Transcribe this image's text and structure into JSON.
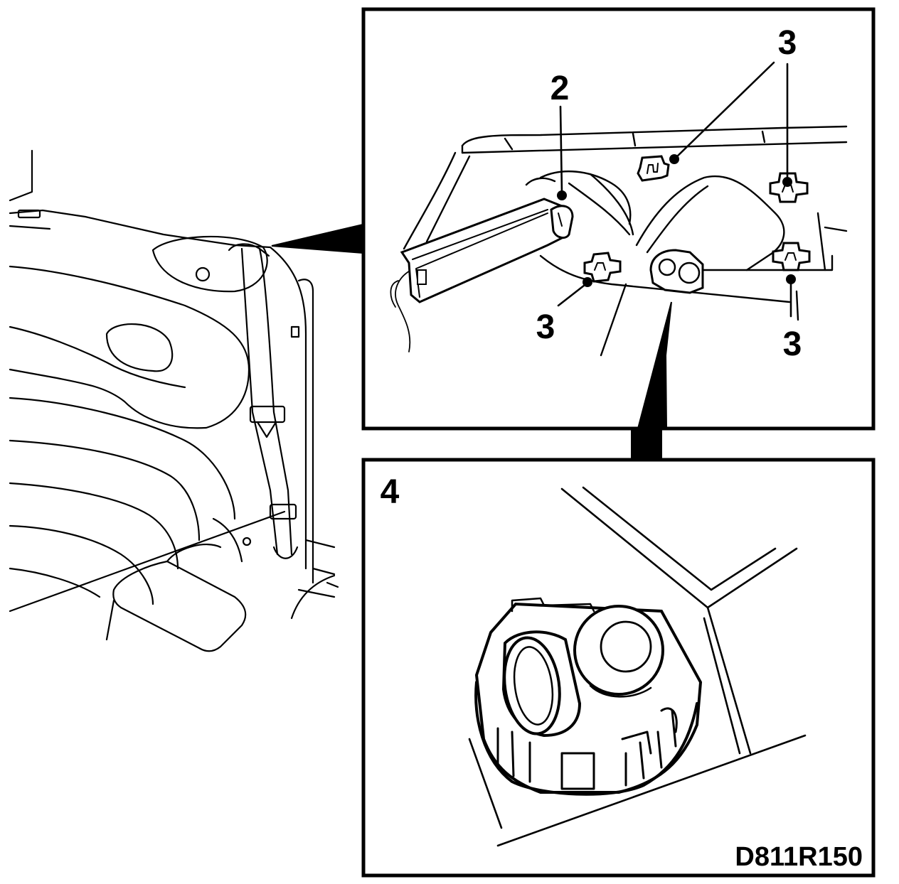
{
  "figure_code": "D811R150",
  "callouts": {
    "fastener_2": "2",
    "clip_top": "3",
    "clip_right_top": "3",
    "clip_left_bottom": "3",
    "clip_right_bottom": "3",
    "detail_4": "4"
  },
  "colors": {
    "line": "#000000",
    "background": "#ffffff"
  }
}
